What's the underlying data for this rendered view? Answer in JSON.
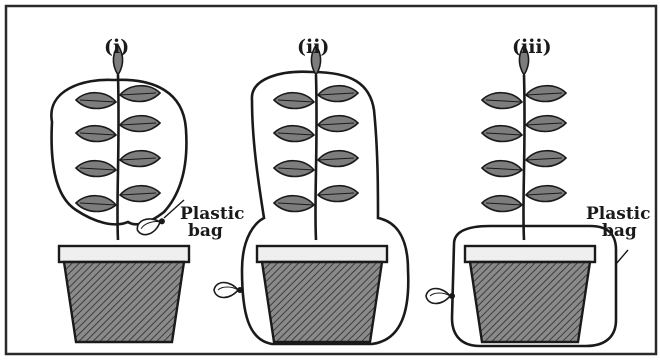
{
  "panels": [
    {
      "label": "(i)",
      "bag": "Plastic bag"
    },
    {
      "label": "(ii)",
      "bag": ""
    },
    {
      "label": "(iii)",
      "bag": "Plastic bag"
    }
  ],
  "callouts": {
    "bag_i_line1": "Plastic",
    "bag_i_line2": "bag",
    "bag_iii_line1": "Plastic",
    "bag_iii_line2": "bag"
  },
  "colors": {
    "ink": "#1a1a1a",
    "pot": "#6b6b6b",
    "soil": "#e9e9e9",
    "leaf": "#7d7d7d"
  }
}
